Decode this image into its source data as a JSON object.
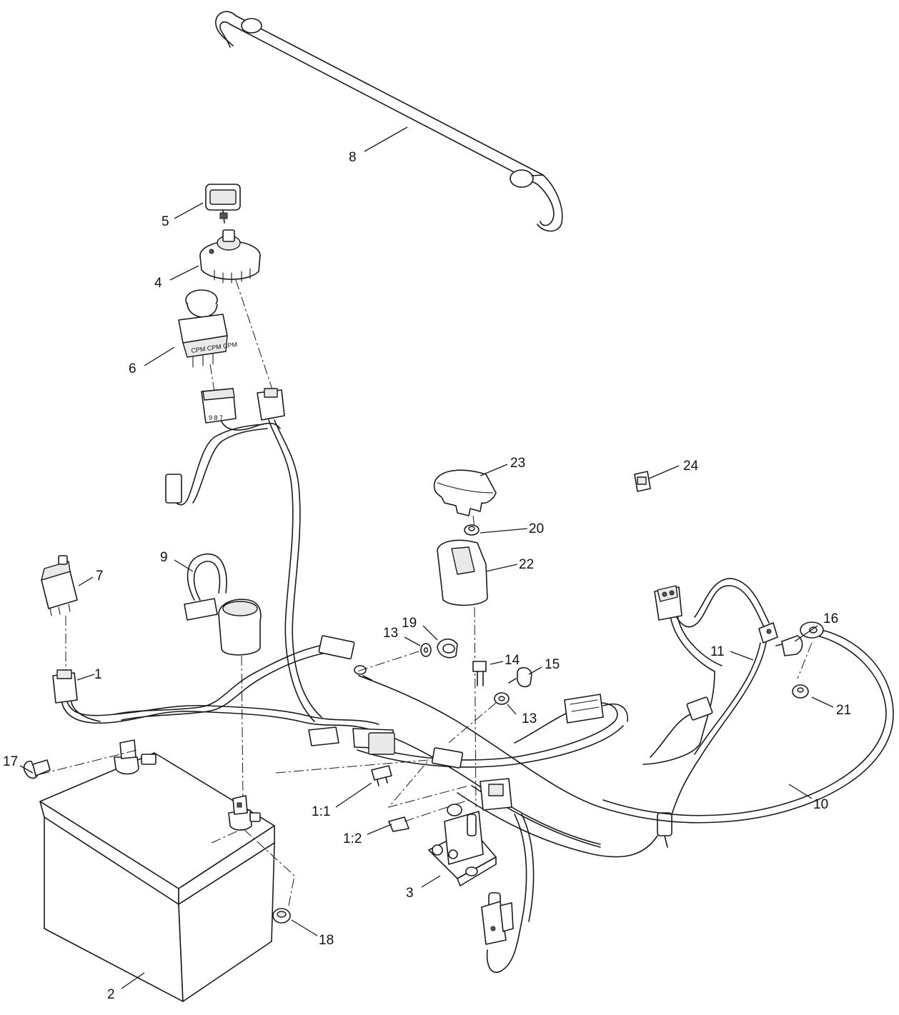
{
  "callouts": [
    {
      "id": "c1",
      "label": "1"
    },
    {
      "id": "c2",
      "label": "2"
    },
    {
      "id": "c3",
      "label": "3"
    },
    {
      "id": "c4",
      "label": "4"
    },
    {
      "id": "c5",
      "label": "5"
    },
    {
      "id": "c6",
      "label": "6"
    },
    {
      "id": "c7",
      "label": "7"
    },
    {
      "id": "c8",
      "label": "8"
    },
    {
      "id": "c9",
      "label": "9"
    },
    {
      "id": "c10",
      "label": "10"
    },
    {
      "id": "c11",
      "label": "11"
    },
    {
      "id": "c13a",
      "label": "13"
    },
    {
      "id": "c13b",
      "label": "13"
    },
    {
      "id": "c14",
      "label": "14"
    },
    {
      "id": "c15",
      "label": "15"
    },
    {
      "id": "c16",
      "label": "16"
    },
    {
      "id": "c17",
      "label": "17"
    },
    {
      "id": "c18",
      "label": "18"
    },
    {
      "id": "c19",
      "label": "19"
    },
    {
      "id": "c20",
      "label": "20"
    },
    {
      "id": "c21",
      "label": "21"
    },
    {
      "id": "c22",
      "label": "22"
    },
    {
      "id": "c23",
      "label": "23"
    },
    {
      "id": "c24",
      "label": "24"
    },
    {
      "id": "c1_1",
      "label": "1:1"
    },
    {
      "id": "c1_2",
      "label": "1:2"
    }
  ],
  "connector_pins": "9 8 7"
}
